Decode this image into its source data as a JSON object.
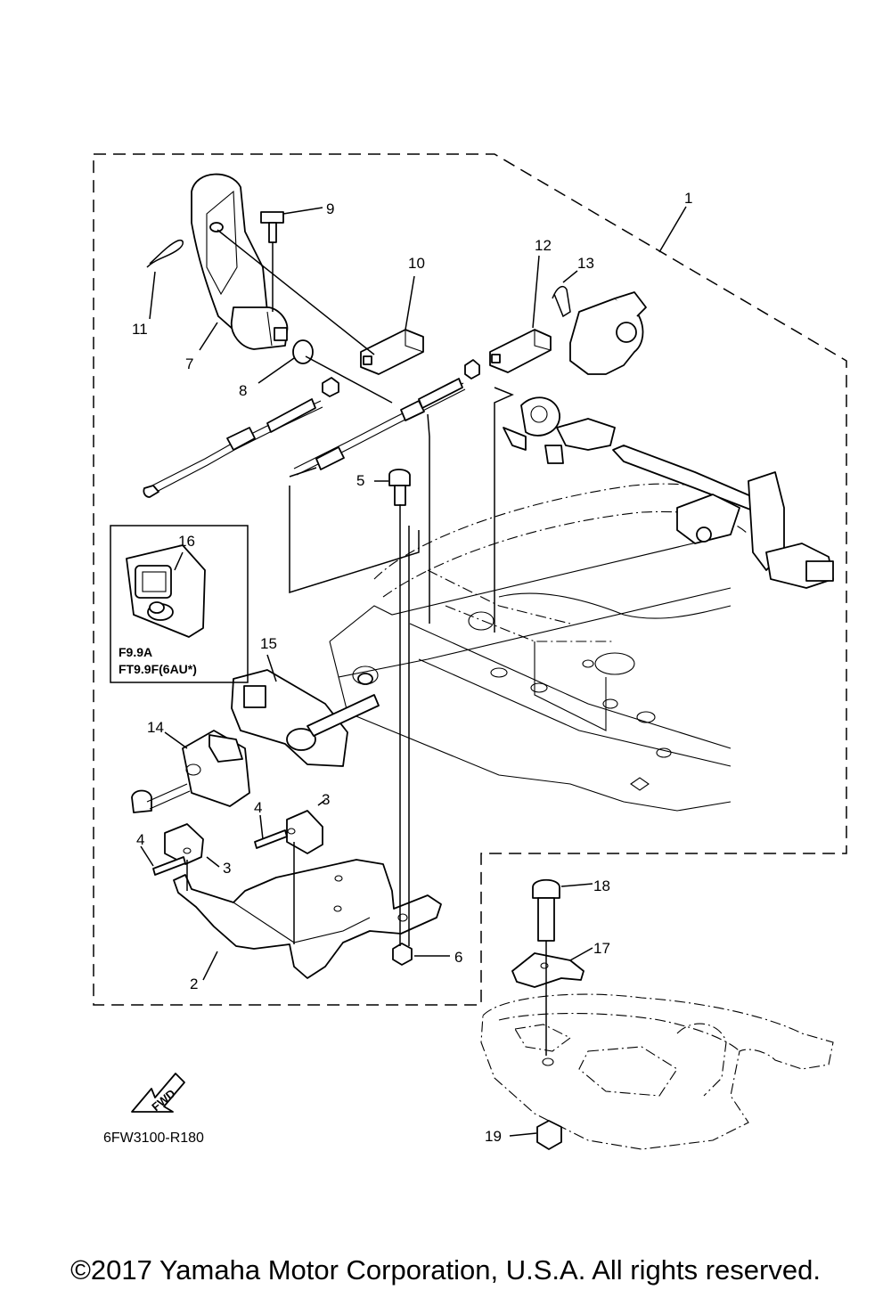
{
  "diagram": {
    "callouts": [
      "1",
      "2",
      "3",
      "3",
      "4",
      "4",
      "5",
      "6",
      "7",
      "8",
      "9",
      "10",
      "11",
      "12",
      "13",
      "14",
      "15",
      "16",
      "17",
      "18",
      "19"
    ],
    "variant_labels": [
      "F9.9A",
      "FT9.9F(6AU*)"
    ],
    "fwd_label": "FWD",
    "ref_code": "6FW3100-R180"
  },
  "footer": {
    "copyright": "©2017 Yamaha Motor Corporation, U.S.A. All rights reserved."
  }
}
